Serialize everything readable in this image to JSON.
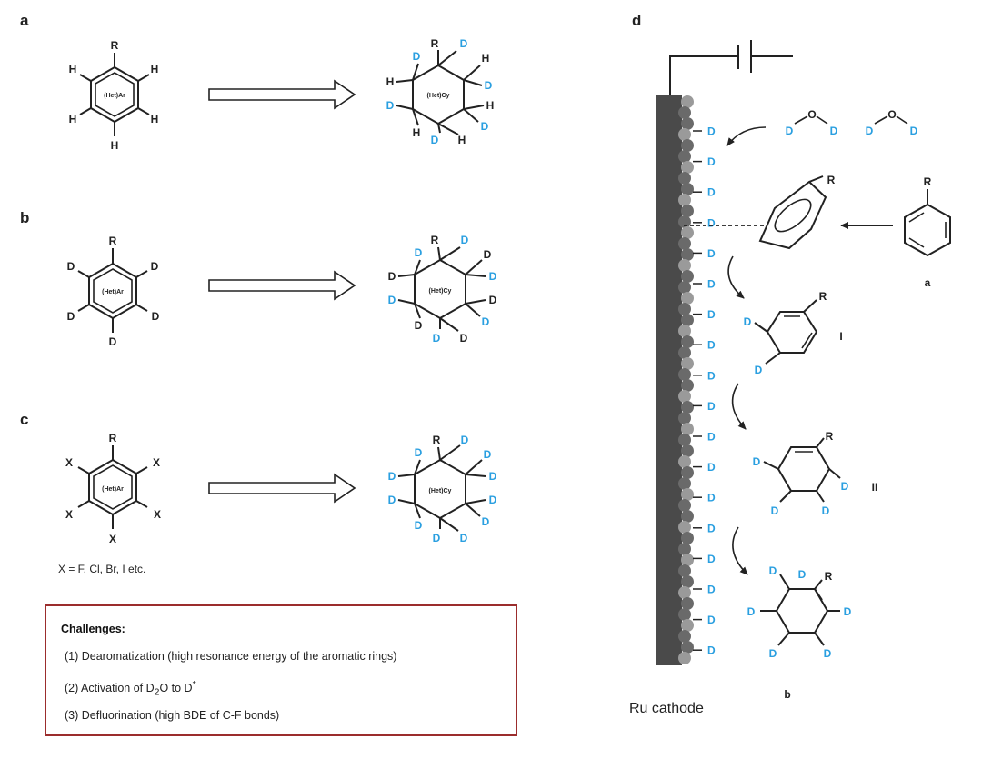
{
  "panels": {
    "a": "a",
    "b": "b",
    "c": "c",
    "d": "d"
  },
  "atoms": {
    "H": "H",
    "D": "D",
    "R": "R",
    "X": "X",
    "O": "O"
  },
  "ring_labels": {
    "het_ar": "(Het)Ar",
    "het_cy": "(Het)Cy"
  },
  "x_definition": "X = F, Cl, Br, I etc.",
  "challenges": {
    "title": "Challenges:",
    "item1": "(1) Dearomatization (high resonance energy of the aromatic rings)",
    "item2_pre": "(2) Activation of D",
    "item2_sub": "2",
    "item2_mid": "O to D",
    "item2_sup": "*",
    "item3": "(3) Defluorination (high BDE of C-F bonds)"
  },
  "mechanism": {
    "substrate_label": "a",
    "product_label": "b",
    "intermediate_1": "I",
    "intermediate_2": "II",
    "electrode": "Ru cathode"
  },
  "colors": {
    "deuterium": "#2a9fe0",
    "box_border": "#9b2d2d",
    "cathode": "#4a4a4a"
  }
}
